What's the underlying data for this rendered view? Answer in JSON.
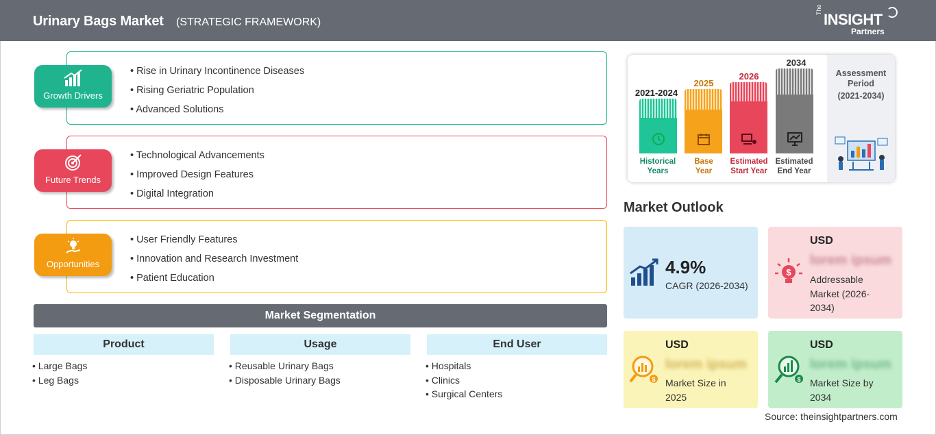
{
  "header": {
    "title": "Urinary Bags Market",
    "subtitle": "(STRATEGIC FRAMEWORK)"
  },
  "logo": {
    "the": "The",
    "insight": "INSIGHT",
    "partners": "Partners"
  },
  "drivers": {
    "growth": {
      "label": "Growth Drivers",
      "color": "#1fb48e",
      "items": [
        "Rise in Urinary Incontinence Diseases",
        "Rising Geriatric Population",
        "Advanced Solutions"
      ]
    },
    "trends": {
      "label": "Future Trends",
      "color": "#e8465a",
      "items": [
        "Technological Advancements",
        "Improved Design Features",
        "Digital Integration"
      ]
    },
    "opportunities": {
      "label": "Opportunities",
      "color": "#f39c12",
      "items": [
        "User Friendly Features",
        "Innovation and Research Investment",
        "Patient Education"
      ]
    }
  },
  "segmentation": {
    "title": "Market Segmentation",
    "columns": [
      {
        "head": "Product",
        "items": [
          "Large Bags",
          "Leg Bags"
        ]
      },
      {
        "head": "Usage",
        "items": [
          "Reusable Urinary Bags",
          "Disposable Urinary Bags"
        ]
      },
      {
        "head": "End User",
        "items": [
          "Hospitals",
          "Clinics",
          "Surgical Centers"
        ]
      }
    ]
  },
  "timeline": {
    "bars": [
      {
        "year": "2021-2024",
        "caption1": "Historical",
        "caption2": "Years",
        "color": "#1fc497",
        "textcolor": "#168a6b"
      },
      {
        "year": "2025",
        "caption1": "Base",
        "caption2": "Year",
        "color": "#f7a21b",
        "textcolor": "#c4770a"
      },
      {
        "year": "2026",
        "caption1": "Estimated",
        "caption2": "Start Year",
        "color": "#e8465a",
        "textcolor": "#c4293b"
      },
      {
        "year": "2034",
        "caption1": "Estimated",
        "caption2": "End Year",
        "color": "#7a7a7a",
        "textcolor": "#444"
      }
    ],
    "assessment": {
      "line1": "Assessment",
      "line2": "Period",
      "line3": "(2021-2034)"
    }
  },
  "outlook": {
    "title": "Market Outlook",
    "cagr": {
      "value": "4.9%",
      "label": "CAGR (2026-2034)"
    },
    "addressable": {
      "usd": "USD",
      "blur": "lorem ipsum",
      "desc": [
        "Addressable",
        "Market (2026-",
        "2034)"
      ]
    },
    "size2025": {
      "usd": "USD",
      "blur": "lorem ipsum",
      "desc": [
        "Market Size in",
        "2025"
      ]
    },
    "size2034": {
      "usd": "USD",
      "blur": "lorem ipsum",
      "desc": [
        "Market Size by",
        "2034"
      ]
    }
  },
  "source": "Source: theinsightpartners.com"
}
